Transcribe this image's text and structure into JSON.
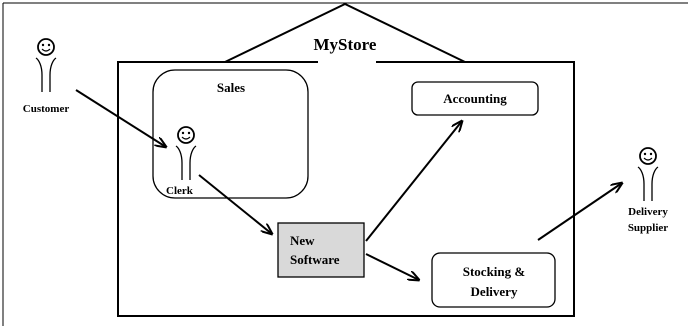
{
  "diagram": {
    "store_title": "MyStore",
    "sales_label": "Sales",
    "accounting_label": "Accounting",
    "new_software_line1": "New",
    "new_software_line2": "Software",
    "stocking_line1": "Stocking &",
    "stocking_line2": "Delivery",
    "actors": {
      "customer": "Customer",
      "clerk": "Clerk",
      "supplier_line1": "Delivery",
      "supplier_line2": "Supplier"
    }
  },
  "colors": {
    "stroke": "#000000",
    "software_fill": "#d9d9d9",
    "background": "#ffffff"
  }
}
